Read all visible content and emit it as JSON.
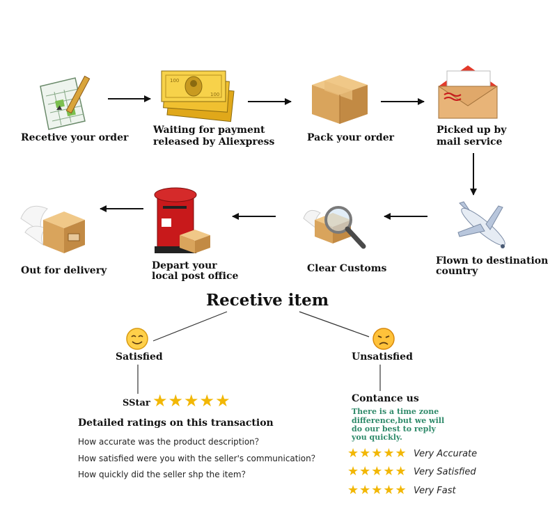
{
  "steps": {
    "receive_order": "Recetive your order",
    "waiting_payment_1": "Waiting for payment",
    "waiting_payment_2": "released by Aliexpress",
    "pack_order": "Pack your order",
    "picked_up_1": "Picked up by",
    "picked_up_2": "mail service",
    "flown_1": "Flown to destination",
    "flown_2": "country",
    "clear_customs": "Clear Customs",
    "depart_1": "Depart your",
    "depart_2": "local post office",
    "out_for_delivery": "Out for delivery"
  },
  "receive_item": {
    "title": "Recetive item",
    "satisfied": "Satisfied",
    "unsatisfied": "Unsatisfied"
  },
  "satisfied_branch": {
    "star_label": "SStar",
    "stars": "★★★★★",
    "heading": "Detailed ratings on this transaction",
    "questions": [
      "How accurate was the product description？",
      "How satisfied were you with the seller's communication？",
      "How quickly did the seller shp the item？"
    ]
  },
  "unsatisfied_branch": {
    "heading": "Contance us",
    "note_lines": [
      "There is a time zone",
      "difference,but we will",
      "do  our best to reply",
      "you quickly."
    ],
    "ratings": [
      {
        "stars": "★★★★★",
        "label": "Very Accurate"
      },
      {
        "stars": "★★★★★",
        "label": "Very Satisfied"
      },
      {
        "stars": "★★★★★",
        "label": "Very Fast"
      }
    ]
  },
  "colors": {
    "star": "#f2b705",
    "note_green": "#2f8a6a",
    "box_tan": "#d9a45c",
    "mailbox_red": "#c8191b"
  }
}
